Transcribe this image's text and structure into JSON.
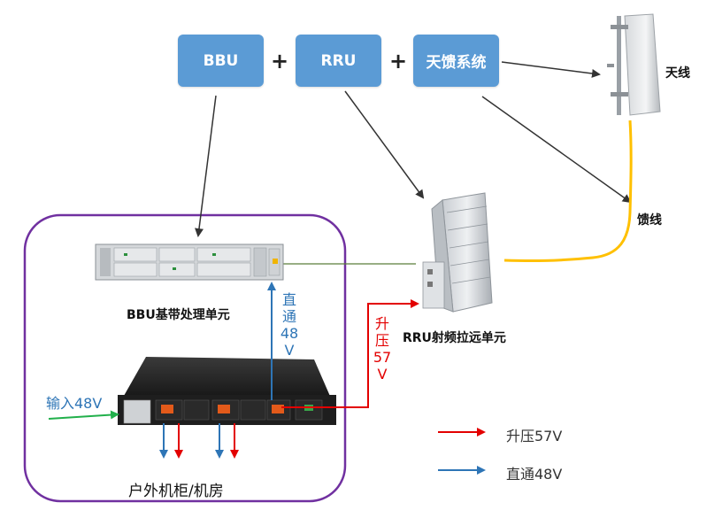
{
  "components": {
    "bbu": "BBU",
    "rru": "RRU",
    "feeder_system": "天馈系统",
    "plus": "+"
  },
  "labels": {
    "antenna": "天线",
    "feeder": "馈线",
    "bbu_unit": "BBU基带处理单元",
    "rru_unit": "RRU射频拉远单元",
    "cabinet": "户外机柜/机房",
    "input": "输入48V"
  },
  "vertical_labels": {
    "direct": [
      "直",
      "通",
      "48",
      "V"
    ],
    "boost": [
      "升",
      "压",
      "57",
      "V"
    ]
  },
  "legend": {
    "boost": "升压57V",
    "direct": "直通48V"
  },
  "colors": {
    "box": "#5b9bd5",
    "red": "#e30000",
    "blue": "#2e75b6",
    "green": "#21b04b",
    "feeder": "#ffc000",
    "frame": "#7030a0"
  }
}
